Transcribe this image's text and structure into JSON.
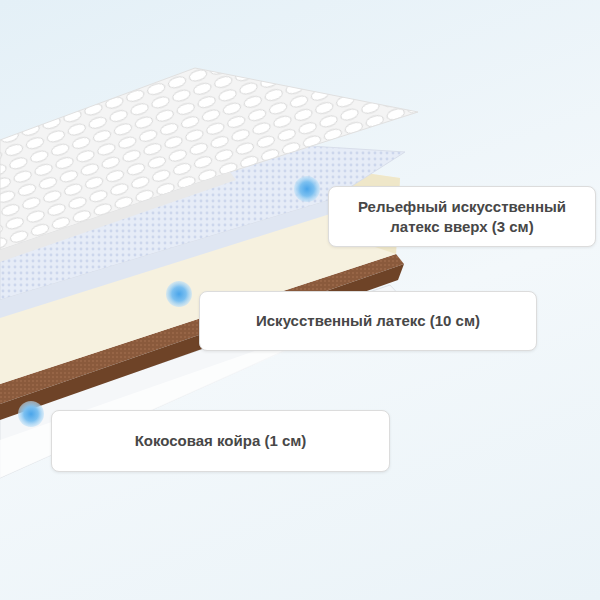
{
  "diagram": {
    "nodes": [
      {
        "text": [
          "Рельефный искусственный латекс вверх (3 см)"
        ]
      },
      {
        "text": [
          "Искусственный латекс (10 см)"
        ]
      },
      {
        "text": [
          "Кокосовая койра (1 см)"
        ]
      }
    ]
  }
}
